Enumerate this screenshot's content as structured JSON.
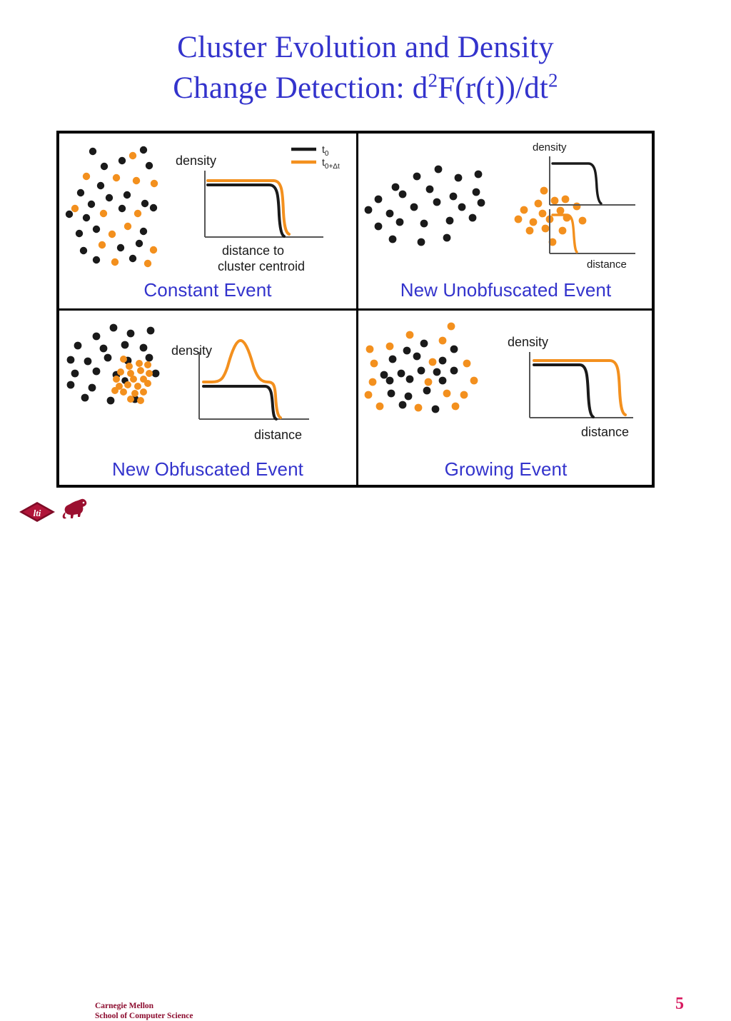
{
  "slide": {
    "title_line1": "Cluster Evolution and Density",
    "title_line2_pre": "Change Detection: d",
    "title_sup1": "2",
    "title_line2_mid": "F(r(t))/dt",
    "title_sup2": "2",
    "title_color": "#3333CC",
    "page_number": "5"
  },
  "legend": {
    "series_black_label": "t0",
    "series_black_sub": "0",
    "series_black_base": "t",
    "series_orange_base": "t",
    "series_orange_sub": "0+Δt",
    "black_color": "#1A1A1A",
    "orange_color": "#F3901E"
  },
  "axes": {
    "density": "density",
    "distance": "distance",
    "distance_to": "distance to",
    "cluster_centroid": "cluster centroid"
  },
  "panels": [
    {
      "id": "constant-event",
      "caption": "Constant Event",
      "position": "top-left",
      "scatter": {
        "description": "uniform mix of black and orange points in one round cluster",
        "black_count": 24,
        "orange_count": 18
      },
      "plot": {
        "x_label": "distance to cluster centroid",
        "y_label": "density",
        "has_legend": true,
        "curves": [
          {
            "series": "t0",
            "color": "#1A1A1A",
            "shape": "flat-then-drop",
            "drop_at": 0.78,
            "plateau": 0.86
          },
          {
            "series": "t0+dt",
            "color": "#F3901E",
            "shape": "flat-then-drop",
            "drop_at": 0.84,
            "plateau": 0.9
          }
        ]
      }
    },
    {
      "id": "new-unobfuscated-event",
      "caption": "New Unobfuscated Event",
      "position": "top-right",
      "scatter": {
        "description": "black cluster on left, separate orange cluster on right",
        "black_count": 22,
        "orange_count": 17
      },
      "plot": {
        "x_label": "distance",
        "y_label": "density",
        "has_legend": false,
        "stacked": true,
        "curves": [
          {
            "series": "t0",
            "color": "#1A1A1A",
            "shape": "flat-then-drop",
            "drop_at": 0.62,
            "plateau": 0.86
          },
          {
            "series": "t0+dt",
            "color": "#F3901E",
            "shape": "flat-then-drop",
            "drop_at": 0.3,
            "plateau": 0.86
          }
        ]
      }
    },
    {
      "id": "new-obfuscated-event",
      "caption": "New Obfuscated Event",
      "position": "bottom-left",
      "scatter": {
        "description": "sparse black points with dense orange sub-cluster inside lower-right",
        "black_count": 21,
        "orange_count": 24
      },
      "plot": {
        "x_label": "distance",
        "y_label": "density",
        "has_legend": false,
        "curves": [
          {
            "series": "t0",
            "color": "#1A1A1A",
            "shape": "flat-then-drop",
            "drop_at": 0.68,
            "plateau": 0.62
          },
          {
            "series": "t0+dt",
            "color": "#F3901E",
            "shape": "bump-then-drop",
            "bump_at": 0.28,
            "bump_height": 0.95,
            "drop_at": 0.74,
            "plateau": 0.64
          }
        ]
      }
    },
    {
      "id": "growing-event",
      "caption": "Growing Event",
      "position": "bottom-right",
      "scatter": {
        "description": "wide mixed black and orange cloud, orange points on outer ring",
        "black_count": 24,
        "orange_count": 21
      },
      "plot": {
        "x_label": "distance",
        "y_label": "density",
        "has_legend": false,
        "curves": [
          {
            "series": "t0",
            "color": "#1A1A1A",
            "shape": "flat-then-drop",
            "drop_at": 0.54,
            "plateau": 0.82
          },
          {
            "series": "t0+dt",
            "color": "#F3901E",
            "shape": "flat-then-drop",
            "drop_at": 0.88,
            "plateau": 0.88
          }
        ]
      }
    }
  ],
  "footer": {
    "org_line1": "Carnegie Mellon",
    "org_line2": "School of Computer Science",
    "lti_text": "lti",
    "maroon": "#8C0B2E"
  }
}
